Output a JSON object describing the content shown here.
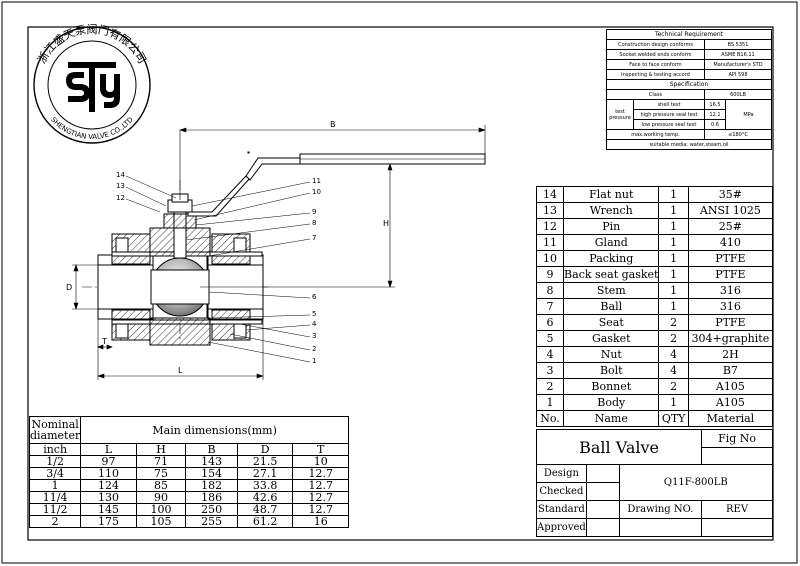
{
  "company": {
    "name_cn": "浙江盛天泵阀门有限公司",
    "name_en": "SHENGTIAN VALVE CO.,LTD",
    "logo_letters": "STY"
  },
  "drawing": {
    "dim_labels": {
      "B": "B",
      "H": "H",
      "D": "D",
      "L": "L",
      "T": "T"
    },
    "callouts": [
      "14",
      "13",
      "12",
      "11",
      "10",
      "9",
      "8",
      "7",
      "6",
      "5",
      "4",
      "3",
      "2",
      "1"
    ]
  },
  "tech": {
    "title": "Technical Requirement",
    "rows": [
      {
        "label": "Construction design conforms",
        "value": "BS 5351"
      },
      {
        "label": "Socket welded ends conform",
        "value": "ASME B16.11"
      },
      {
        "label": "Face to face conform",
        "value": "Manufacturer's STD"
      },
      {
        "label": "Inspecting & testing accord",
        "value": "API 598"
      }
    ],
    "spec_title": "Specification",
    "class_label": "Class",
    "class_value": "600LB",
    "test_label": "test pressure",
    "tests": [
      {
        "label": "shell test",
        "value": "16.5"
      },
      {
        "label": "high pressure seal test",
        "value": "12.1"
      },
      {
        "label": "low pressure seal test",
        "value": "0.6"
      }
    ],
    "unit": "MPa",
    "max_temp_label": "max.working temp.",
    "max_temp_value": "≤180°C",
    "media": "suitable media: water,steam,oil"
  },
  "parts": {
    "rows": [
      {
        "no": "14",
        "name": "Flat nut",
        "qty": "1",
        "material": "35#"
      },
      {
        "no": "13",
        "name": "Wrench",
        "qty": "1",
        "material": "ANSI 1025"
      },
      {
        "no": "12",
        "name": "Pin",
        "qty": "1",
        "material": "25#"
      },
      {
        "no": "11",
        "name": "Gland",
        "qty": "1",
        "material": "410"
      },
      {
        "no": "10",
        "name": "Packing",
        "qty": "1",
        "material": "PTFE"
      },
      {
        "no": "9",
        "name": "Back seat gasket",
        "qty": "1",
        "material": "PTFE"
      },
      {
        "no": "8",
        "name": "Stem",
        "qty": "1",
        "material": "316"
      },
      {
        "no": "7",
        "name": "Ball",
        "qty": "1",
        "material": "316"
      },
      {
        "no": "6",
        "name": "Seat",
        "qty": "2",
        "material": "PTFE"
      },
      {
        "no": "5",
        "name": "Gasket",
        "qty": "2",
        "material": "304+graphite"
      },
      {
        "no": "4",
        "name": "Nut",
        "qty": "4",
        "material": "2H"
      },
      {
        "no": "3",
        "name": "Bolt",
        "qty": "4",
        "material": "B7"
      },
      {
        "no": "2",
        "name": "Bonnet",
        "qty": "2",
        "material": "A105"
      },
      {
        "no": "1",
        "name": "Body",
        "qty": "1",
        "material": "A105"
      }
    ],
    "header": {
      "no": "No.",
      "name": "Name",
      "qty": "QTY",
      "material": "Material"
    }
  },
  "title_block": {
    "product": "Ball Valve",
    "fig_label": "Fig No",
    "model": "Q11F-800LB",
    "design": "Design",
    "checked": "Checked",
    "standard": "Standard",
    "approved": "Approved",
    "drawing_no": "Drawing NO.",
    "rev": "REV"
  },
  "dims": {
    "nominal_label": "Nominal diameter",
    "inch_label": "inch",
    "main_label": "Main dimensions(mm)",
    "columns": [
      "L",
      "H",
      "B",
      "D",
      "T"
    ],
    "rows": [
      {
        "size": "1/2",
        "L": "97",
        "H": "71",
        "B": "143",
        "D": "21.5",
        "T": "10"
      },
      {
        "size": "3/4",
        "L": "110",
        "H": "75",
        "B": "154",
        "D": "27.1",
        "T": "12.7"
      },
      {
        "size": "1",
        "L": "124",
        "H": "85",
        "B": "182",
        "D": "33.8",
        "T": "12.7"
      },
      {
        "size": "11/4",
        "L": "130",
        "H": "90",
        "B": "186",
        "D": "42.6",
        "T": "12.7"
      },
      {
        "size": "11/2",
        "L": "145",
        "H": "100",
        "B": "250",
        "D": "48.7",
        "T": "12.7"
      },
      {
        "size": "2",
        "L": "175",
        "H": "105",
        "B": "255",
        "D": "61.2",
        "T": "16"
      }
    ]
  }
}
